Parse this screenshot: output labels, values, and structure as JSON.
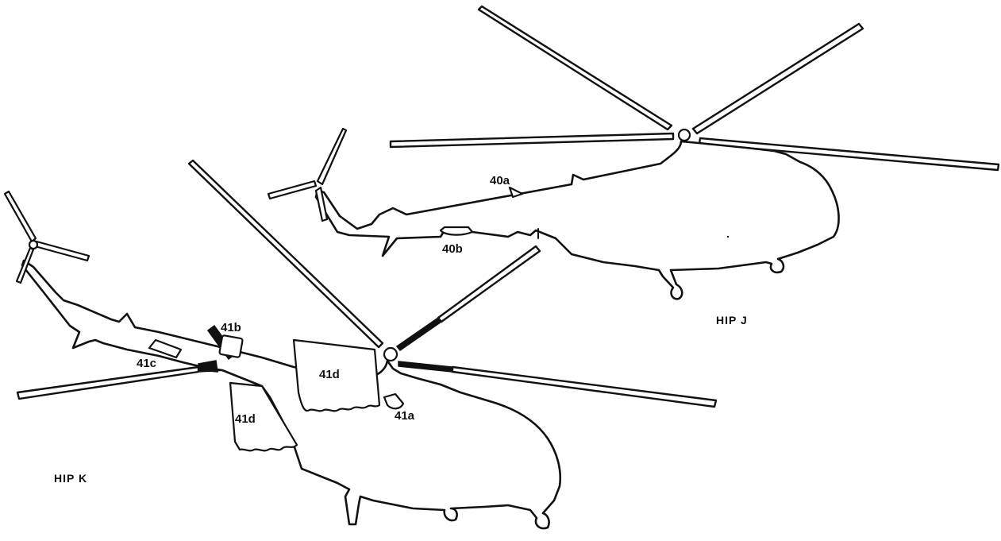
{
  "labels": {
    "part_40a": "40a",
    "part_40b": "40b",
    "part_41a": "41a",
    "part_41b": "41b",
    "part_41c": "41c",
    "part_41d_upper": "41d",
    "part_41d_lower": "41d",
    "model_hip_j": "HIP J",
    "model_hip_k": "HIP K"
  },
  "colors": {
    "line": "#111111",
    "background": "#ffffff"
  }
}
